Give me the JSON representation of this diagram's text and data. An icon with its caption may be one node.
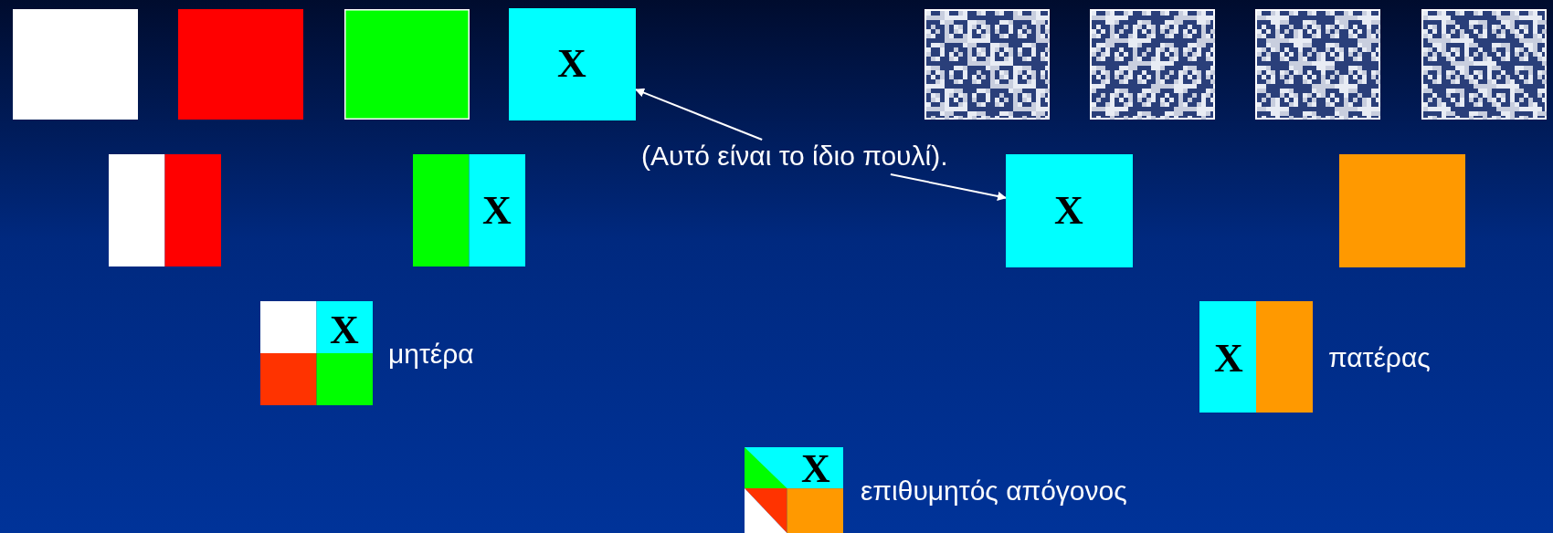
{
  "diagram": {
    "nodes": [
      {
        "text": [],
        "shape": "box"
      },
      {
        "text": [],
        "shape": "box"
      },
      {
        "text": [],
        "shape": "box"
      },
      {
        "text": [
          "X"
        ]
      },
      {
        "text": [],
        "shape": "box"
      },
      {
        "text": [],
        "shape": "box"
      },
      {
        "text": [],
        "shape": "box"
      },
      {
        "text": [],
        "shape": "box"
      },
      {
        "text": [
          "(Αυτό είναι το ίδιο πουλί)."
        ]
      },
      {
        "text": [],
        "shape": "box"
      },
      {
        "text": [
          "X"
        ]
      },
      {
        "text": [
          "X"
        ]
      },
      {
        "text": [],
        "shape": "box"
      },
      {
        "text": [
          "X"
        ],
        "beside": [
          "μητέρα"
        ]
      },
      {
        "text": [
          "X"
        ],
        "beside": [
          "πατέρας"
        ]
      },
      {
        "text": [
          "X"
        ],
        "beside": [
          "επιθυμητός απόγονος"
        ]
      }
    ],
    "edges": [
      {
        "from": 8,
        "to": 3,
        "arrow": "to"
      },
      {
        "from": 8,
        "to": 11,
        "arrow": "to"
      }
    ]
  }
}
